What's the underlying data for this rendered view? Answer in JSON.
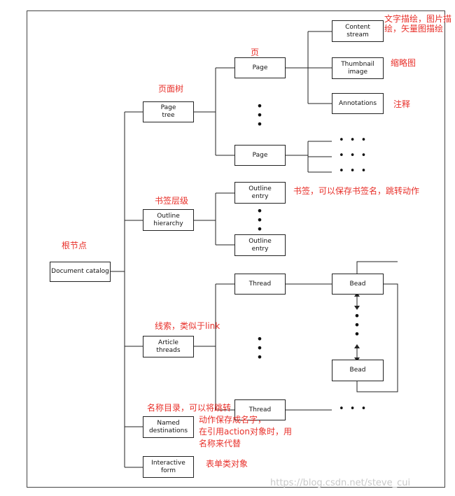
{
  "nodes": {
    "document_catalog": "Document catalog",
    "page_tree": "Page\ntree",
    "outline_hierarchy": "Outline\nhierarchy",
    "article_threads": "Article\nthreads",
    "named_destinations": "Named\ndestinations",
    "interactive_form": "Interactive\nform",
    "page_1": "Page",
    "page_2": "Page",
    "outline_entry_1": "Outline\nentry",
    "outline_entry_2": "Outline\nentry",
    "thread_1": "Thread",
    "thread_2": "Thread",
    "content_stream": "Content\nstream",
    "thumbnail_image": "Thumbnail\nimage",
    "annotations": "Annotations",
    "bead_1": "Bead",
    "bead_2": "Bead"
  },
  "notes": {
    "root": "根节点",
    "page_tree": "页面树",
    "page": "页",
    "content_stream": "文字描绘，图片描绘，矢量图描绘",
    "thumbnail": "缩略图",
    "annotations": "注释",
    "outline": "书签层级",
    "outline_entry": "书签，可以保存书签名，跳转动作",
    "threads": "线索，类似于link",
    "named_dest_1": "名称目录，可以将跳转",
    "named_dest_2": "动作保存成名字，",
    "named_dest_3": "在引用action对象时，用",
    "named_dest_4": "名称来代替",
    "form": "表单类对象"
  },
  "ellipsis": {
    "vertical": "•\n•\n•",
    "horizontal": "• • •"
  },
  "watermark": "https://blog.csdn.net/steve_cui",
  "colors": {
    "annotation": "#e8302a",
    "line": "#222222",
    "watermark": "#c9c9c9"
  }
}
